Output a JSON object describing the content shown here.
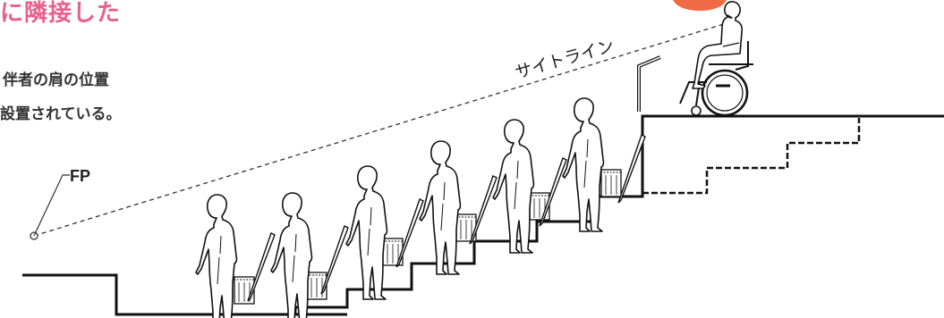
{
  "heading": {
    "text": "に隣接した"
  },
  "description": {
    "line1": "伴者の肩の位置",
    "line2": "設置されている。"
  },
  "diagram": {
    "fp_label": "FP",
    "sightline_label": "サイトライン",
    "colors": {
      "heading": "#e8608f",
      "badge": "#ef6a45",
      "line": "#111111"
    },
    "figures": [
      "standing-person-1",
      "standing-person-2",
      "standing-person-3",
      "standing-person-4",
      "standing-person-5",
      "standing-person-6"
    ],
    "wheelchair_user": "wheelchair-user"
  }
}
